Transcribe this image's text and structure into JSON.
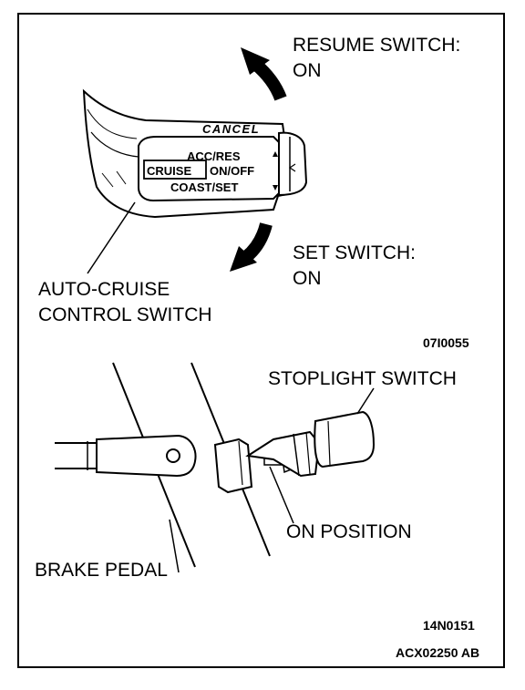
{
  "labels": {
    "resume_line1": "RESUME SWITCH:",
    "resume_line2": "ON",
    "set_line1": "SET SWITCH:",
    "set_line2": "ON",
    "cruise_line1": "AUTO-CRUISE",
    "cruise_line2": "CONTROL SWITCH",
    "stoplight": "STOPLIGHT SWITCH",
    "on_position": "ON POSITION",
    "brake_pedal": "BRAKE PEDAL"
  },
  "switch_face": {
    "cancel": "CANCEL",
    "acc_res": "ACC/RES",
    "cruise": "CRUISE",
    "on_off": "ON/OFF",
    "coast_set": "COAST/SET"
  },
  "codes": {
    "top_figure": "07I0055",
    "bottom_figure": "14N0151",
    "sheet": "ACX02250 AB"
  },
  "colors": {
    "ink": "#000000",
    "paper": "#ffffff"
  }
}
